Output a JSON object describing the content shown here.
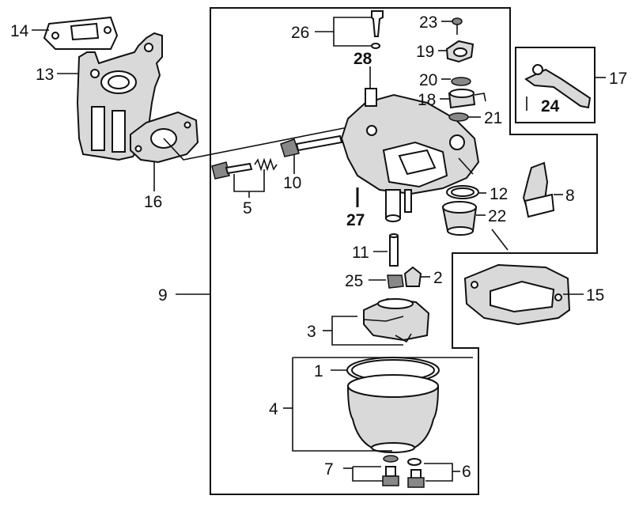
{
  "callouts": [
    {
      "id": "l1",
      "text": "1"
    },
    {
      "id": "l2",
      "text": "2"
    },
    {
      "id": "l3",
      "text": "3"
    },
    {
      "id": "l4",
      "text": "4"
    },
    {
      "id": "l5",
      "text": "5"
    },
    {
      "id": "l6",
      "text": "6"
    },
    {
      "id": "l7",
      "text": "7"
    },
    {
      "id": "l8",
      "text": "8"
    },
    {
      "id": "l9",
      "text": "9"
    },
    {
      "id": "l10",
      "text": "10"
    },
    {
      "id": "l11",
      "text": "11"
    },
    {
      "id": "l12",
      "text": "12"
    },
    {
      "id": "l13",
      "text": "13"
    },
    {
      "id": "l14",
      "text": "14"
    },
    {
      "id": "l15",
      "text": "15"
    },
    {
      "id": "l16",
      "text": "16"
    },
    {
      "id": "l17",
      "text": "17"
    },
    {
      "id": "l18",
      "text": "18"
    },
    {
      "id": "l19",
      "text": "19"
    },
    {
      "id": "l20",
      "text": "20"
    },
    {
      "id": "l21",
      "text": "21"
    },
    {
      "id": "l22",
      "text": "22"
    },
    {
      "id": "l23",
      "text": "23"
    },
    {
      "id": "l24",
      "text": "24"
    },
    {
      "id": "l25",
      "text": "25"
    },
    {
      "id": "l26",
      "text": "26"
    },
    {
      "id": "l27",
      "text": "27"
    },
    {
      "id": "l28",
      "text": "28"
    }
  ]
}
